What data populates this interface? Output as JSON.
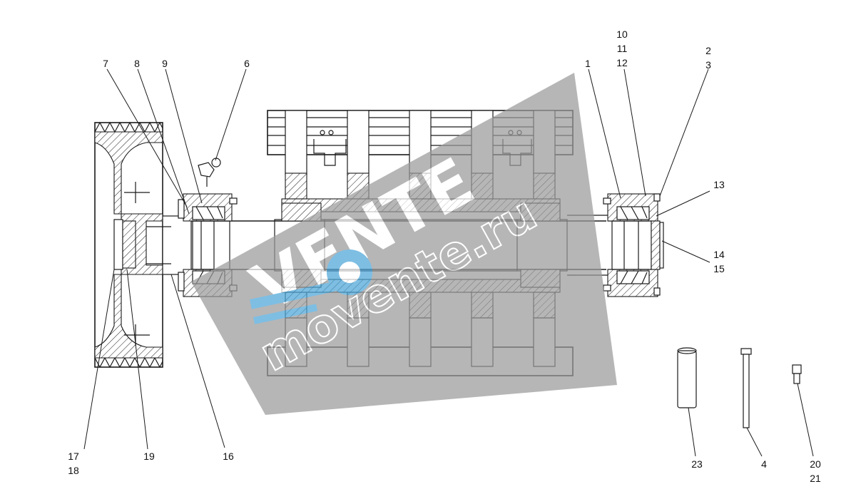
{
  "colors": {
    "line": "#1a1a1a",
    "watermark_band": "#9a9a9a",
    "watermark_logo": "#4da6d9",
    "background": "#ffffff"
  },
  "watermark": {
    "brand": "VENTE",
    "domain": "movente.ru"
  },
  "callouts": {
    "c1": "1",
    "c2": "2",
    "c3": "3",
    "c4": "4",
    "c6": "6",
    "c7": "7",
    "c8": "8",
    "c9": "9",
    "c10": "10",
    "c11": "11",
    "c12": "12",
    "c13": "13",
    "c14": "14",
    "c15": "15",
    "c16": "16",
    "c17": "17",
    "c18": "18",
    "c19": "19",
    "c20": "20",
    "c21": "21",
    "c23": "23"
  },
  "icons": [
    "grease-nipple-icon",
    "bolt-icon",
    "pin-icon"
  ]
}
